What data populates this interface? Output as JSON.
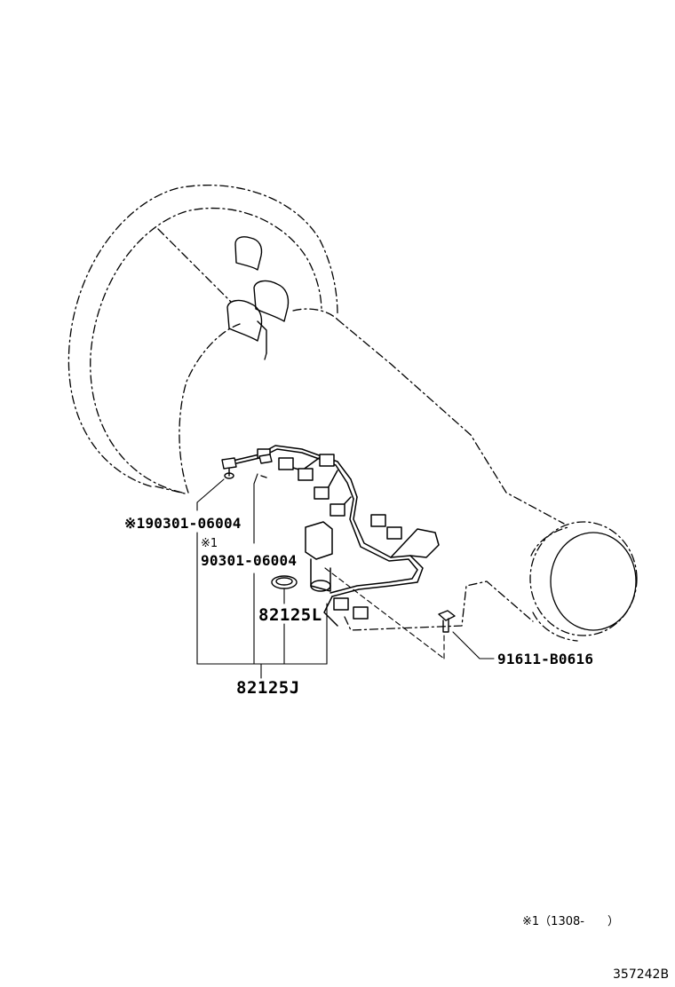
{
  "callouts": {
    "bolt_a": {
      "mark": "※1",
      "part_no": "90301-06004"
    },
    "bolt_b": {
      "mark": "※1",
      "part_no": "90301-06004"
    },
    "o_ring": {
      "part_no": "82125L"
    },
    "harness_assy": {
      "part_no": "82125J"
    },
    "clamp_bolt": {
      "part_no": "91611-B0616"
    }
  },
  "footnote": {
    "mark": "※1",
    "range": "（1308-　　）"
  },
  "diagram_ref": "357242B"
}
